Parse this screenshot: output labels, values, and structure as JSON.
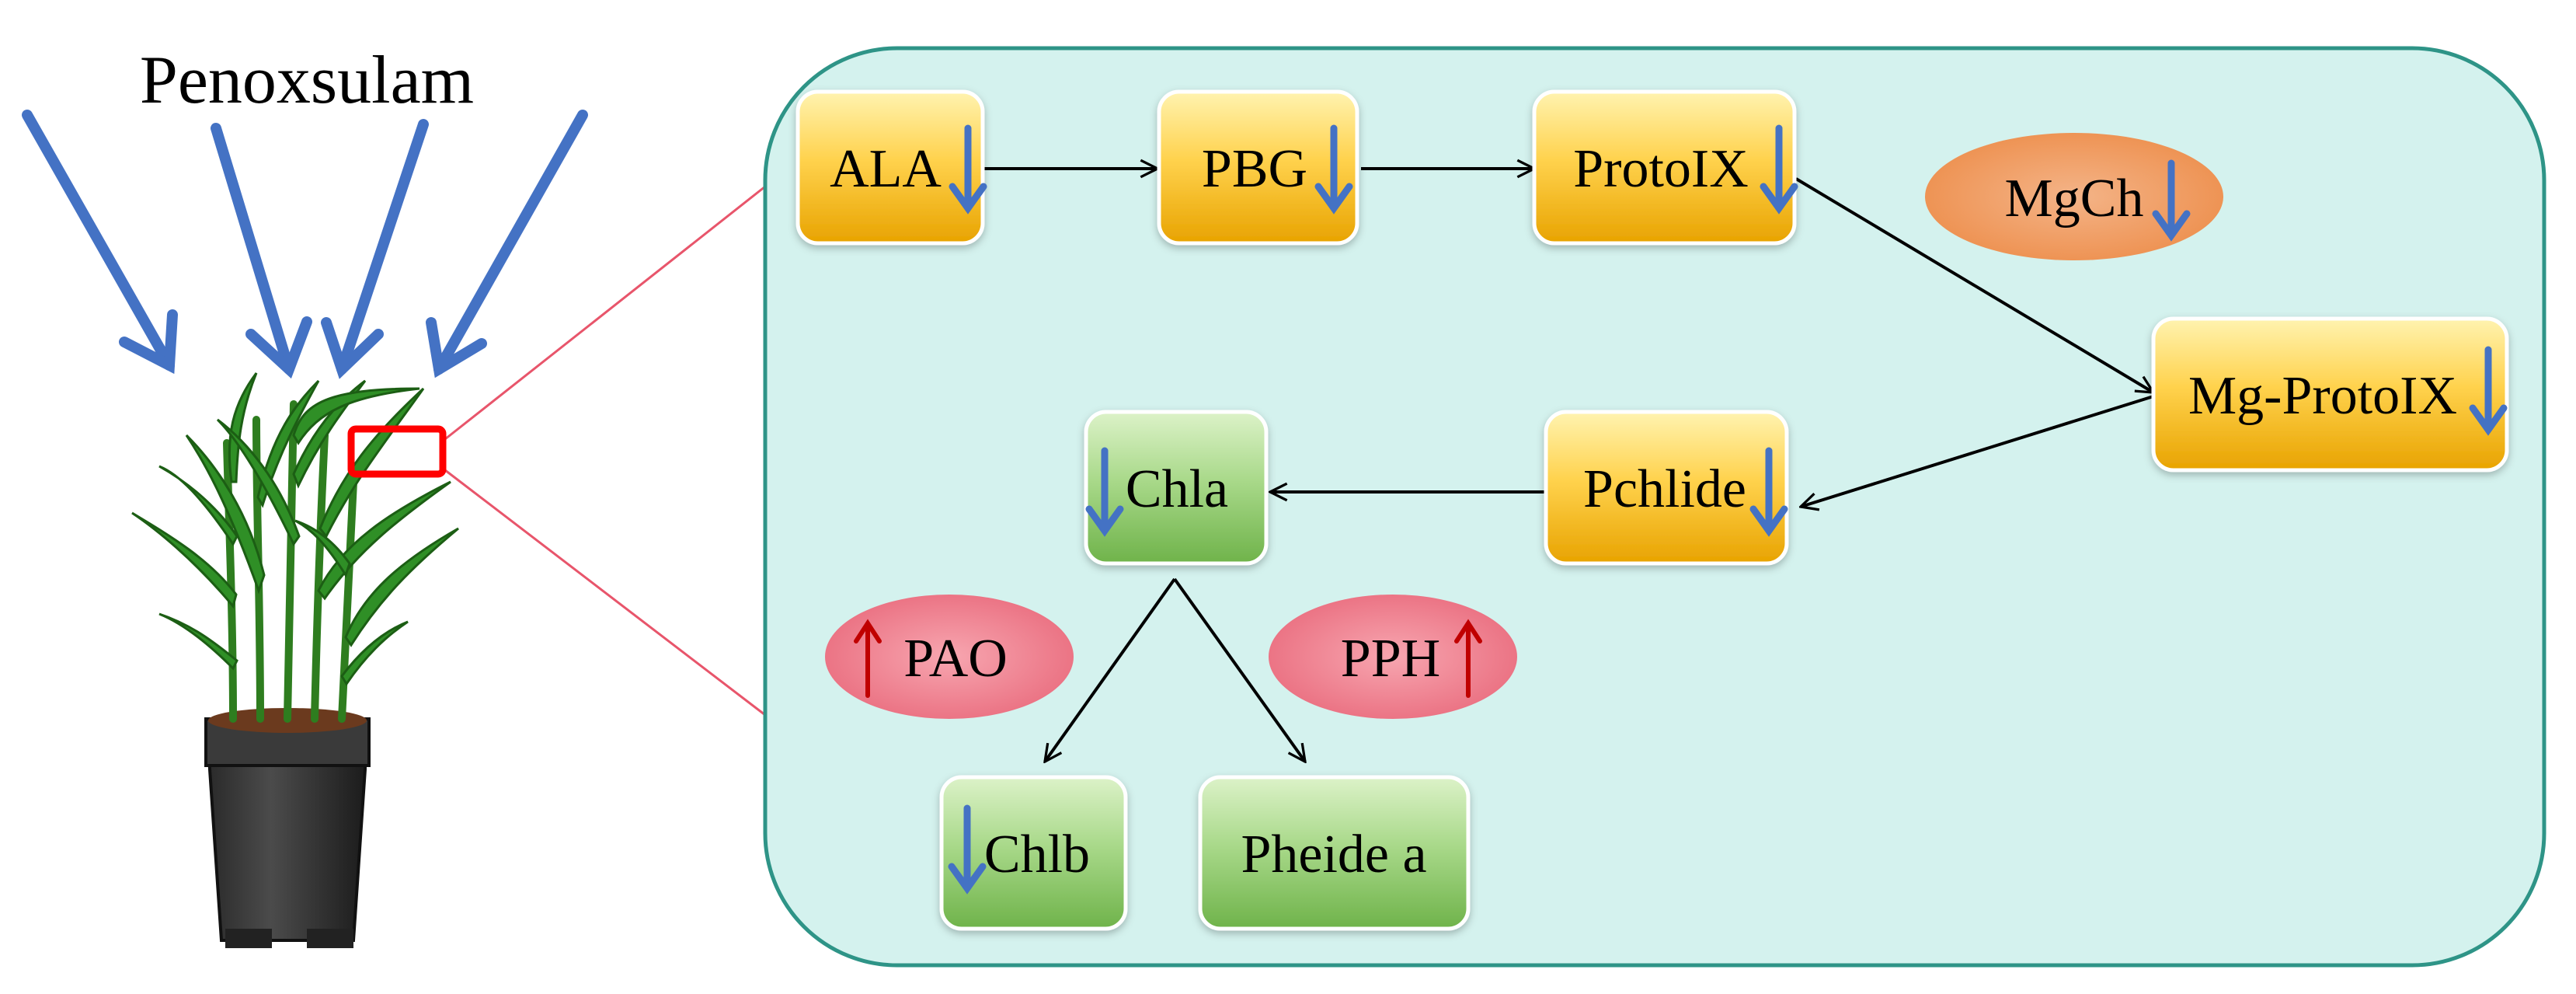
{
  "title": "Penoxsulam",
  "colors": {
    "panel_fill": "#d4f2ee",
    "panel_stroke": "#2e9487",
    "down_arrow": "#4472c4",
    "up_arrow": "#c00000",
    "link_line": "#e8556b",
    "highlight_box": "#ff0000"
  },
  "nodes": {
    "ala": {
      "label": "ALA",
      "regulation": "down"
    },
    "pbg": {
      "label": "PBG",
      "regulation": "down"
    },
    "protoix": {
      "label": "ProtoIX",
      "regulation": "down"
    },
    "mgch": {
      "label": "MgCh",
      "regulation": "down"
    },
    "mgprotoix": {
      "label": "Mg-ProtoIX",
      "regulation": "down"
    },
    "pchlide": {
      "label": "Pchlide",
      "regulation": "down"
    },
    "chla": {
      "label": "Chla",
      "regulation": "down"
    },
    "pao": {
      "label": "PAO",
      "regulation": "up"
    },
    "pph": {
      "label": "PPH",
      "regulation": "up"
    },
    "chlb": {
      "label": "Chlb",
      "regulation": "down"
    },
    "pheide": {
      "label": "Pheide a",
      "regulation": ""
    }
  },
  "edges": [
    [
      "ALA",
      "PBG"
    ],
    [
      "PBG",
      "ProtoIX"
    ],
    [
      "ProtoIX",
      "Mg-ProtoIX"
    ],
    [
      "Mg-ProtoIX",
      "Pchlide"
    ],
    [
      "Pchlide",
      "Chla"
    ],
    [
      "Chla",
      "Chlb"
    ],
    [
      "Chla",
      "Pheide a"
    ]
  ]
}
